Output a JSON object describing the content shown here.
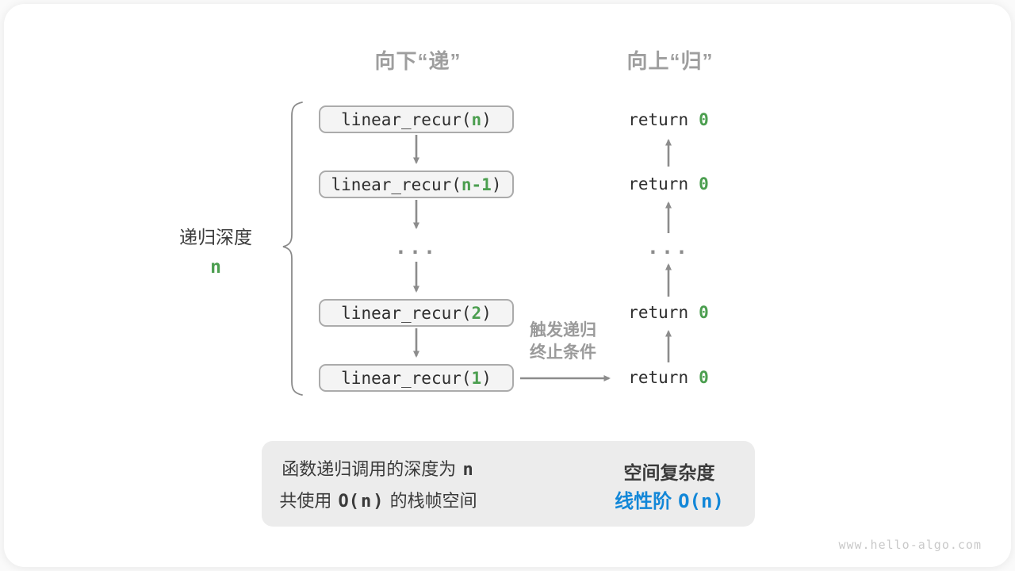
{
  "colors": {
    "green": "#4b9e4f",
    "blue": "#1287d8",
    "arrow": "#8c8c8c"
  },
  "headers": {
    "down": "向下“递”",
    "up": "向上“归”"
  },
  "depth": {
    "title": "递归深度",
    "value": "n"
  },
  "stack": {
    "calls": [
      {
        "pre": "linear_recur(",
        "arg": "n",
        "suf": ")"
      },
      {
        "pre": "linear_recur(",
        "arg": "n-1",
        "suf": ")"
      },
      {
        "pre": "linear_recur(",
        "arg": "2",
        "suf": ")"
      },
      {
        "pre": "linear_recur(",
        "arg": "1",
        "suf": ")"
      }
    ],
    "ellipsis": "..."
  },
  "returns": {
    "items": [
      {
        "pre": "return",
        "value": "0"
      },
      {
        "pre": "return",
        "value": "0"
      },
      {
        "pre": "return",
        "value": "0"
      },
      {
        "pre": "return",
        "value": "0"
      }
    ],
    "ellipsis": "..."
  },
  "trigger": {
    "line1": "触发递归",
    "line2": "终止条件"
  },
  "summary": {
    "line1_text": "函数递归调用的深度为",
    "line1_arg": "n",
    "line2_pre": "共使用",
    "line2_code_pre": "O(",
    "line2_arg": "n",
    "line2_code_suf": ")",
    "line2_suf": "的栈帧空间",
    "result_title": "空间复杂度",
    "result_label": "线性阶",
    "result_code": "O(n)"
  },
  "watermark": "www.hello-algo.com"
}
